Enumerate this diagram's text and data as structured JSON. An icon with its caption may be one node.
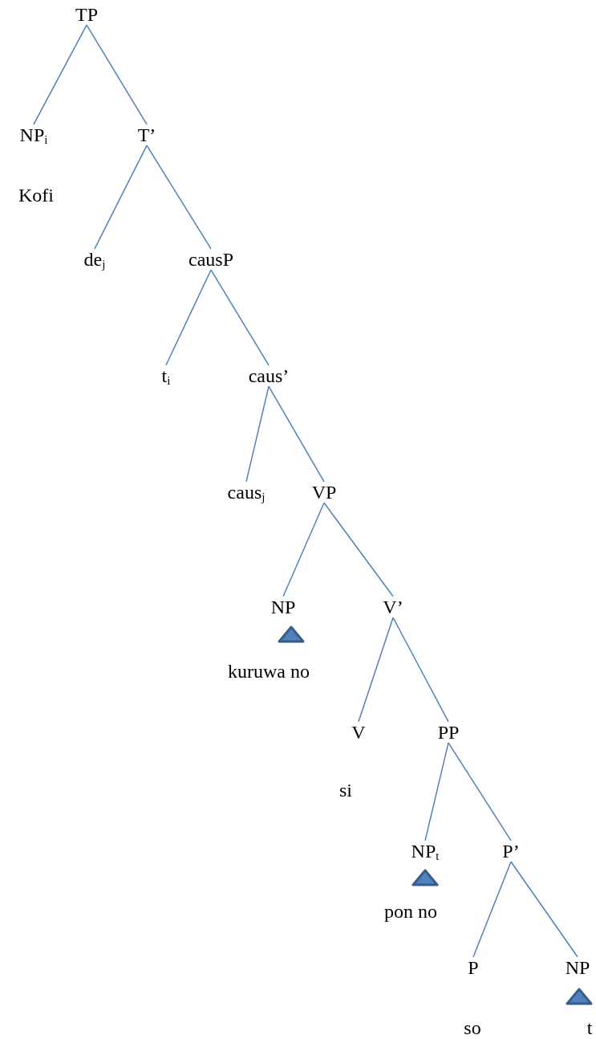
{
  "diagram": {
    "nodes": [
      {
        "text": [
          "TP"
        ]
      },
      {
        "text": [
          "NP$_{i}$"
        ],
        "beside": [
          "Kofi"
        ]
      },
      {
        "text": [
          "T’"
        ]
      },
      {
        "text": [
          "de$_{j}$"
        ]
      },
      {
        "text": [
          "causP"
        ]
      },
      {
        "text": [
          "t$_{i}$"
        ]
      },
      {
        "text": [
          "caus’"
        ]
      },
      {
        "text": [
          "caus$_{j}$"
        ]
      },
      {
        "text": [
          "VP"
        ]
      },
      {
        "text": [
          "NP"
        ],
        "beside": [
          "kuruwa no"
        ]
      },
      {
        "text": [
          "V’"
        ]
      },
      {
        "text": [
          "V"
        ],
        "beside": [
          "si"
        ]
      },
      {
        "text": [
          "PP"
        ]
      },
      {
        "text": [
          "NP$_{t}$"
        ],
        "beside": [
          "pon no"
        ]
      },
      {
        "text": [
          "P’"
        ]
      },
      {
        "text": [
          "P"
        ],
        "beside": [
          "so"
        ]
      },
      {
        "text": [
          "NP"
        ],
        "beside": [
          "t"
        ]
      }
    ],
    "edges": [
      {
        "from": 0,
        "to": 1,
        "arrow": "none"
      },
      {
        "from": 0,
        "to": 2,
        "arrow": "none"
      },
      {
        "from": 2,
        "to": 3,
        "arrow": "none"
      },
      {
        "from": 2,
        "to": 4,
        "arrow": "none"
      },
      {
        "from": 4,
        "to": 5,
        "arrow": "none"
      },
      {
        "from": 4,
        "to": 6,
        "arrow": "none"
      },
      {
        "from": 6,
        "to": 7,
        "arrow": "none"
      },
      {
        "from": 6,
        "to": 8,
        "arrow": "none"
      },
      {
        "from": 8,
        "to": 9,
        "arrow": "none"
      },
      {
        "from": 8,
        "to": 10,
        "arrow": "none"
      },
      {
        "from": 10,
        "to": 11,
        "arrow": "none"
      },
      {
        "from": 10,
        "to": 12,
        "arrow": "none"
      },
      {
        "from": 12,
        "to": 13,
        "arrow": "none"
      },
      {
        "from": 12,
        "to": 14,
        "arrow": "none"
      },
      {
        "from": 14,
        "to": 15,
        "arrow": "none"
      },
      {
        "from": 14,
        "to": 16,
        "arrow": "none"
      }
    ]
  }
}
